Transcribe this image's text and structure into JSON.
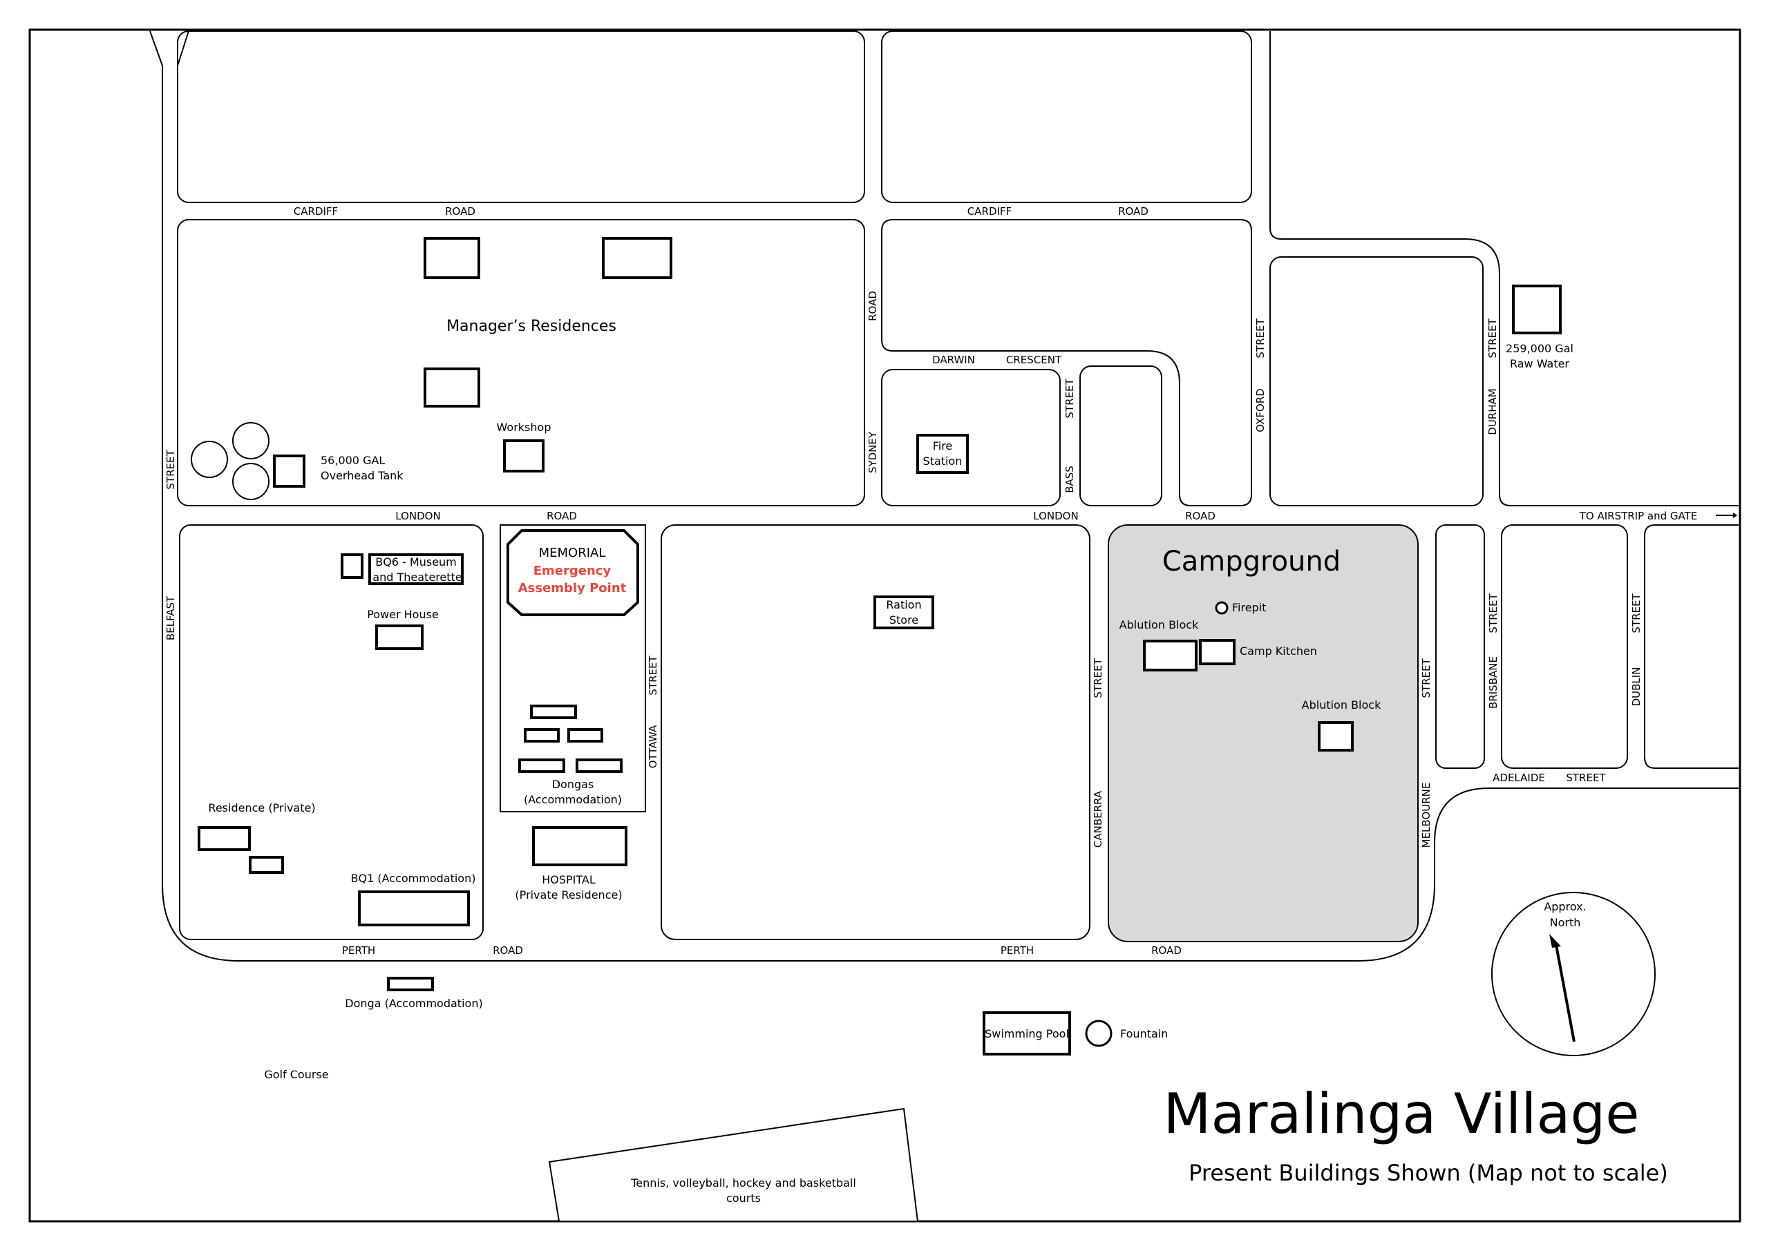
{
  "map": {
    "title": "Maralinga Village",
    "subtitle": "Present Buildings Shown (Map not to scale)",
    "north": {
      "line1": "Approx.",
      "line2": "North"
    },
    "campground": {
      "label": "Campground",
      "fill": "#d9d9d9"
    },
    "roads": {
      "cardiff_1": "CARDIFF",
      "road_1": "ROAD",
      "cardiff_2": "CARDIFF",
      "road_2": "ROAD",
      "darwin": "DARWIN",
      "crescent": "CRESCENT",
      "sydney": "SYDNEY",
      "road_sydney": "ROAD",
      "street_bass": "STREET",
      "bass": "BASS",
      "street_oxford": "STREET",
      "oxford": "OXFORD",
      "street_durham": "STREET",
      "durham": "DURHAM",
      "street_belfast": "STREET",
      "belfast": "BELFAST",
      "london_1": "LONDON",
      "road_london_1": "ROAD",
      "london_2": "LONDON",
      "road_london_2": "ROAD",
      "airstrip": "TO AIRSTRIP and GATE",
      "street_ottawa": "STREET",
      "ottawa": "OTTAWA",
      "street_canberra": "STREET",
      "canberra": "CANBERRA",
      "street_melbourne": "STREET",
      "melbourne": "MELBOURNE",
      "street_brisbane": "STREET",
      "brisbane": "BRISBANE",
      "street_dublin": "STREET",
      "dublin": "DUBLIN",
      "adelaide": "ADELAIDE",
      "street_adelaide": "STREET",
      "perth_1": "PERTH",
      "road_perth_1": "ROAD",
      "perth_2": "PERTH",
      "road_perth_2": "ROAD"
    },
    "places": {
      "managers": "Manager’s Residences",
      "workshop": "Workshop",
      "tank_1": "56,000 GAL",
      "tank_2": "Overhead Tank",
      "fire_1": "Fire",
      "fire_2": "Station",
      "raw_1": "259,000 Gal",
      "raw_2": "Raw Water",
      "bq6_1": "BQ6 - Museum",
      "bq6_2": "and Theaterette",
      "power_house": "Power House",
      "memorial": "MEMORIAL",
      "emergency_1": "Emergency",
      "emergency_2": "Assembly Point",
      "emergency_color": "#e8473b",
      "ration_1": "Ration",
      "ration_2": "Store",
      "firepit": "Firepit",
      "ablution_1": "Ablution Block",
      "camp_kitchen": "Camp Kitchen",
      "ablution_2": "Ablution Block",
      "dongas_1": "Dongas",
      "dongas_2": "(Accommodation)",
      "residence_private": "Residence (Private)",
      "bq1": "BQ1 (Accommodation)",
      "hospital_1": "HOSPITAL",
      "hospital_2": "(Private Residence)",
      "donga": "Donga (Accommodation)",
      "golf": "Golf Course",
      "pool": "Swimming Pool",
      "fountain": "Fountain",
      "courts_1": "Tennis, volleyball, hockey and basketball",
      "courts_2": "courts"
    }
  }
}
